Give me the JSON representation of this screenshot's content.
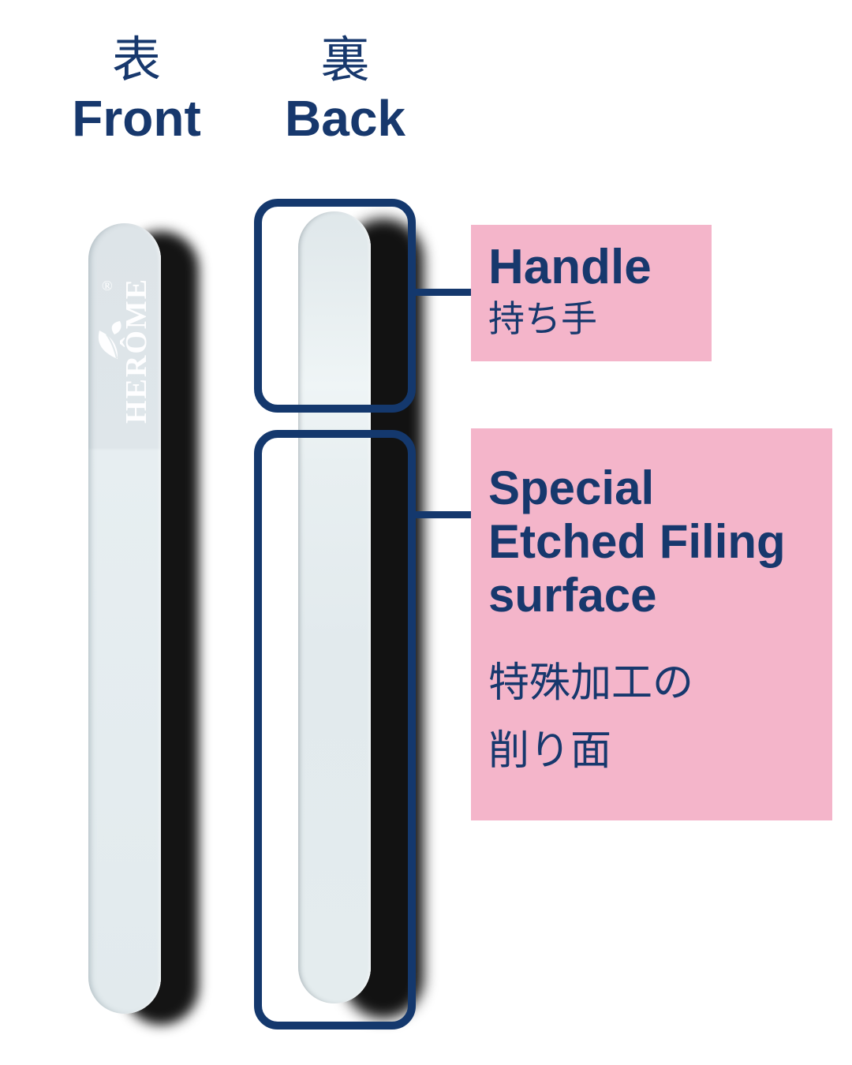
{
  "colors": {
    "navy": "#17386D",
    "pink": "#F4B5CA",
    "file_body": "#E2EAED",
    "shadow": "#000000",
    "logo_white": "#FFFFFF",
    "background": "#FFFFFF"
  },
  "labels": {
    "front": {
      "jp": "表",
      "en": "Front"
    },
    "back": {
      "jp": "裏",
      "en": "Back"
    }
  },
  "product": {
    "brand": "HERÔME",
    "reg_mark": "®"
  },
  "annotations": {
    "handle": {
      "title_en": "Handle",
      "title_jp": "持ち手"
    },
    "filing": {
      "title_lines": [
        "Special",
        "Etched Filing",
        "surface"
      ],
      "jp_lines": [
        "特殊加工の",
        "削り面"
      ]
    }
  }
}
